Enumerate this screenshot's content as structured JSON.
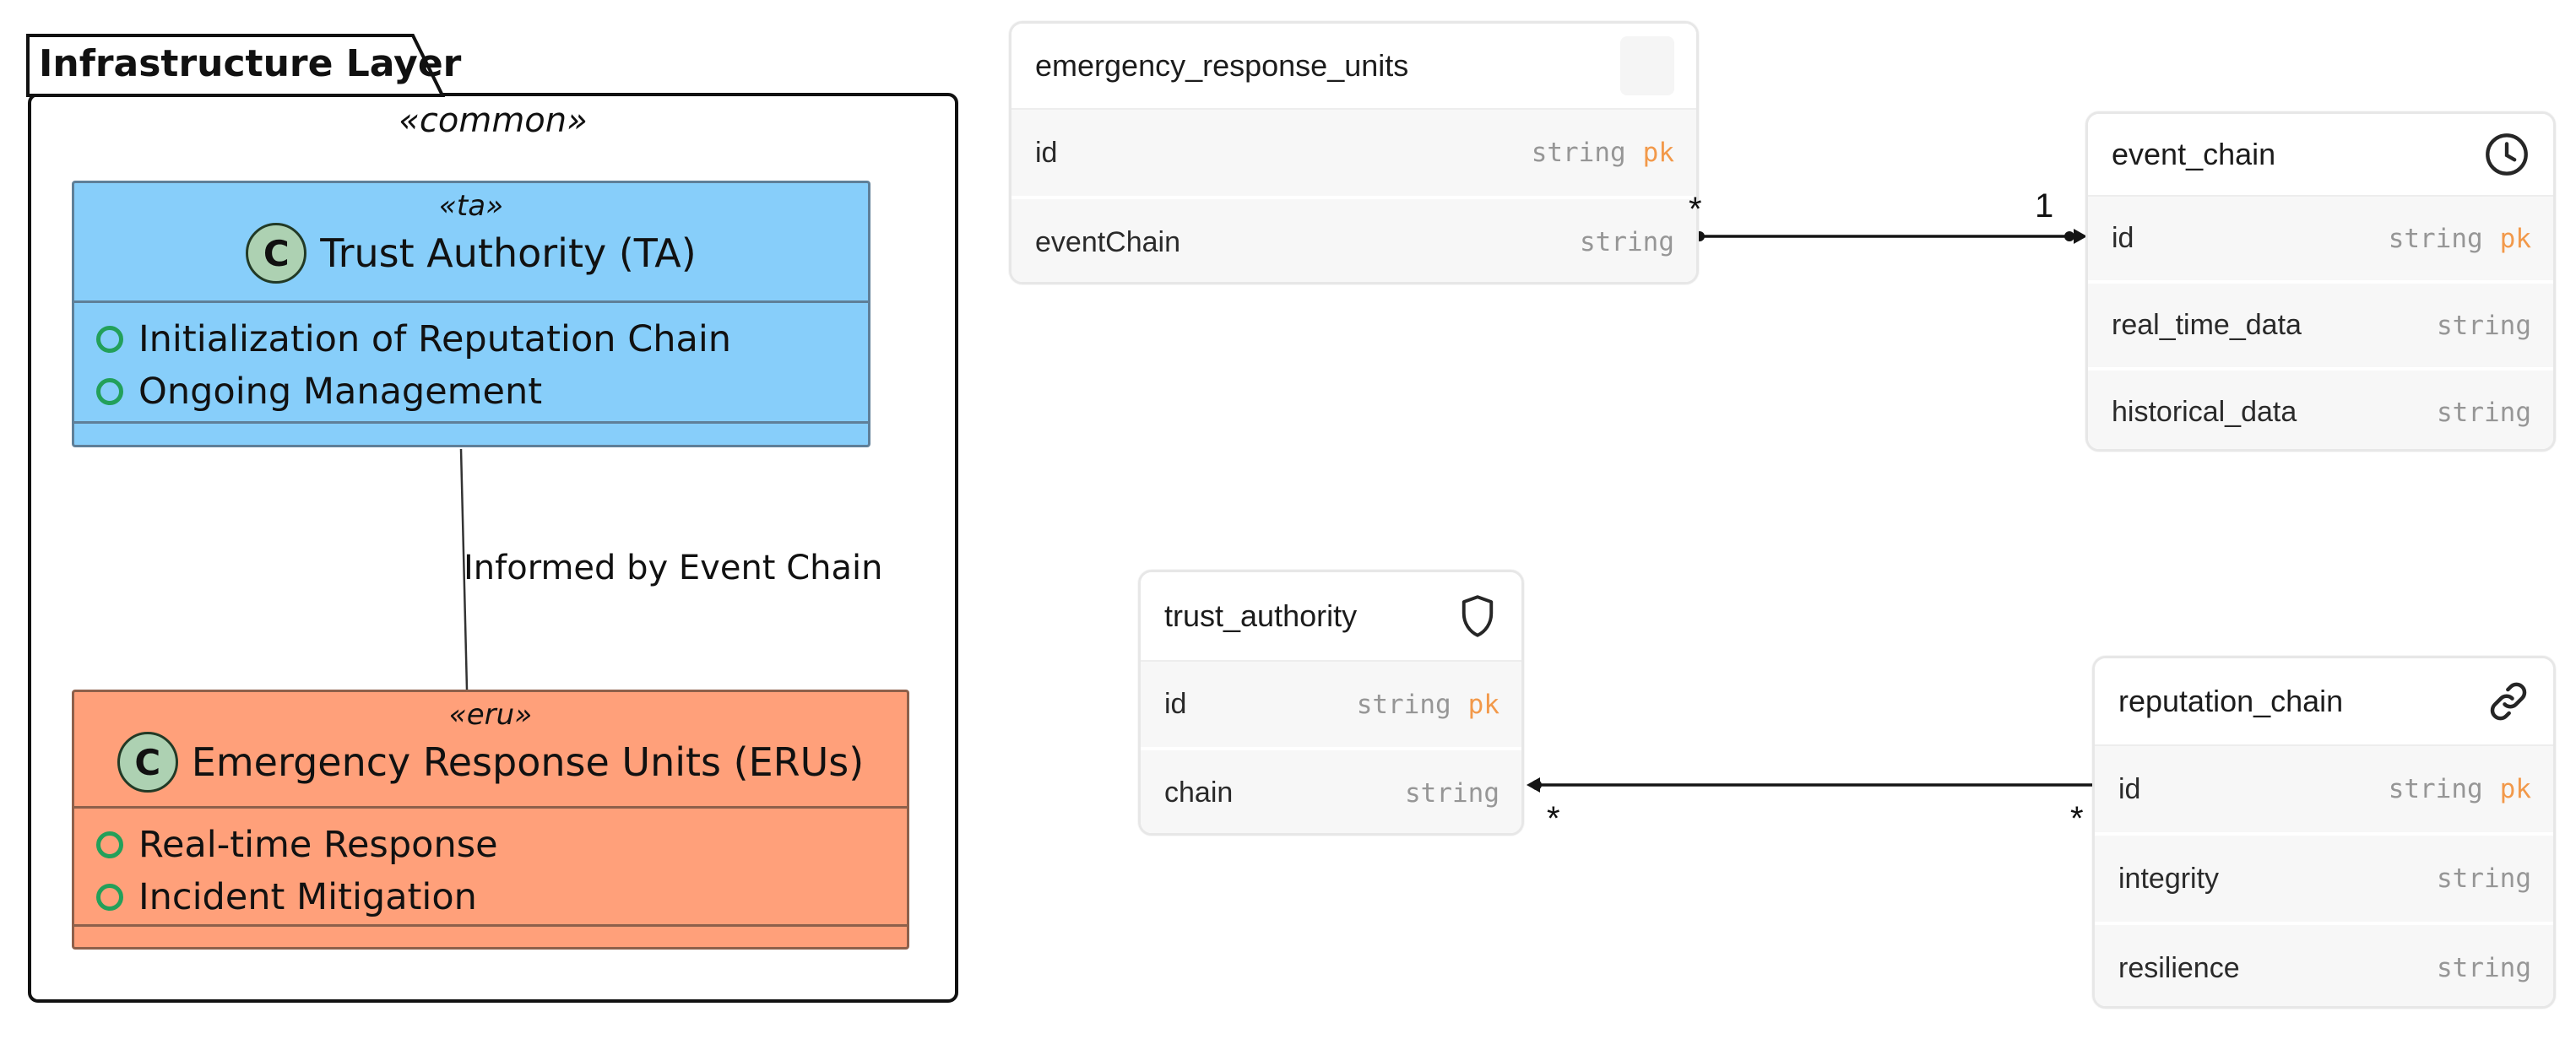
{
  "package": {
    "title": "Infrastructure Layer",
    "stereotype": "«common»"
  },
  "classes": [
    {
      "stereotype": "«ta»",
      "circle_letter": "C",
      "name": "Trust Authority (TA)",
      "attributes": [
        "Initialization of Reputation Chain",
        "Ongoing Management"
      ]
    },
    {
      "stereotype": "«eru»",
      "circle_letter": "C",
      "name": "Emergency Response Units (ERUs)",
      "attributes": [
        "Real-time Response",
        "Incident Mitigation"
      ]
    }
  ],
  "association": {
    "label": "Informed by Event Chain"
  },
  "tables": [
    {
      "name": "emergency_response_units",
      "icon": "blank-icon",
      "fields": [
        {
          "name": "id",
          "type": "string",
          "key": "pk"
        },
        {
          "name": "eventChain",
          "type": "string",
          "key": ""
        }
      ]
    },
    {
      "name": "event_chain",
      "icon": "clock-icon",
      "fields": [
        {
          "name": "id",
          "type": "string",
          "key": "pk"
        },
        {
          "name": "real_time_data",
          "type": "string",
          "key": ""
        },
        {
          "name": "historical_data",
          "type": "string",
          "key": ""
        }
      ]
    },
    {
      "name": "trust_authority",
      "icon": "shield-icon",
      "fields": [
        {
          "name": "id",
          "type": "string",
          "key": "pk"
        },
        {
          "name": "chain",
          "type": "string",
          "key": ""
        }
      ]
    },
    {
      "name": "reputation_chain",
      "icon": "link-icon",
      "fields": [
        {
          "name": "id",
          "type": "string",
          "key": "pk"
        },
        {
          "name": "integrity",
          "type": "string",
          "key": ""
        },
        {
          "name": "resilience",
          "type": "string",
          "key": ""
        }
      ]
    }
  ],
  "relations": [
    {
      "from_table": "emergency_response_units",
      "from_field": "eventChain",
      "from_card": "*",
      "to_table": "event_chain",
      "to_field": "id",
      "to_card": "1"
    },
    {
      "from_table": "trust_authority",
      "from_field": "chain",
      "from_card": "*",
      "to_table": "reputation_chain",
      "to_field": "id",
      "to_card": "*"
    }
  ],
  "colors": {
    "ta_fill": "#87CEFA",
    "ta_border": "#5f7f98",
    "eru_fill": "#FFA07A",
    "eru_border": "#8d604b",
    "circle_fill": "#ADD1B2",
    "bullet_green": "#23a05a",
    "pk_orange": "#f2994a",
    "type_gray": "#969696",
    "line_black": "#141414"
  }
}
